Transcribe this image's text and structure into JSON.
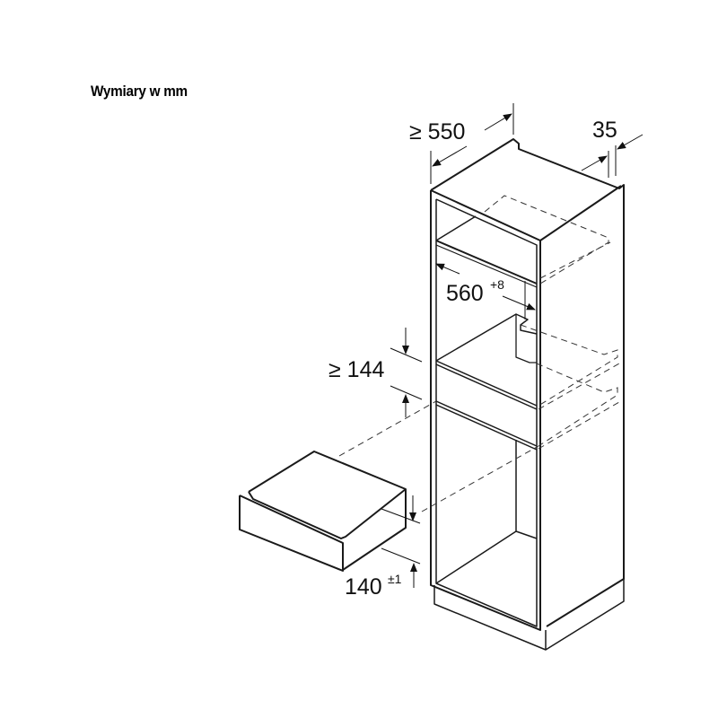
{
  "title": "Wymiary w mm",
  "dimensions": {
    "depth": "≥ 550",
    "gap": "35",
    "niche_width": "560",
    "niche_width_tol": "+8",
    "niche_height": "≥ 144",
    "drawer_height": "140",
    "drawer_height_tol": "±1"
  },
  "colors": {
    "line": "#1a1a1a",
    "background": "#ffffff"
  }
}
